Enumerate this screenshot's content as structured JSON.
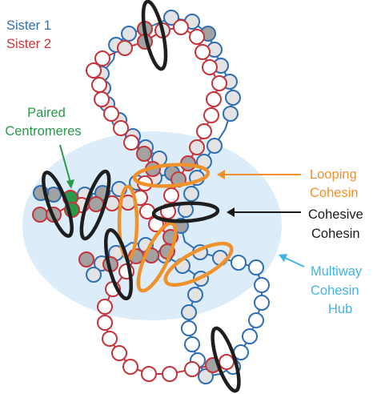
{
  "legend": {
    "sister1": {
      "text": "Sister 1",
      "color": "#2f6eb5"
    },
    "sister2": {
      "text": "Sister 2",
      "color": "#c4343a"
    }
  },
  "labels": {
    "paired_centromeres": {
      "line1": "Paired",
      "line2": "Centromeres",
      "color": "#2a9a48"
    },
    "looping_cohesin": {
      "line1": "Looping",
      "line2": "Cohesin",
      "color": "#f0922b"
    },
    "cohesive_cohesin": {
      "line1": "Cohesive",
      "line2": "Cohesin",
      "color": "#1a1a1a"
    },
    "multiway_hub": {
      "line1": "Multiway",
      "line2": "Cohesin",
      "line3": "Hub",
      "color": "#3fb5e6"
    }
  },
  "colors": {
    "hub_fill": "#dcedf9",
    "bead_light": "#e3e3e3",
    "bead_dark": "#a2a2a2",
    "centromere": "#2a9a48",
    "ring_black": "#1e1e1e",
    "ring_orange": "#f0922b"
  }
}
